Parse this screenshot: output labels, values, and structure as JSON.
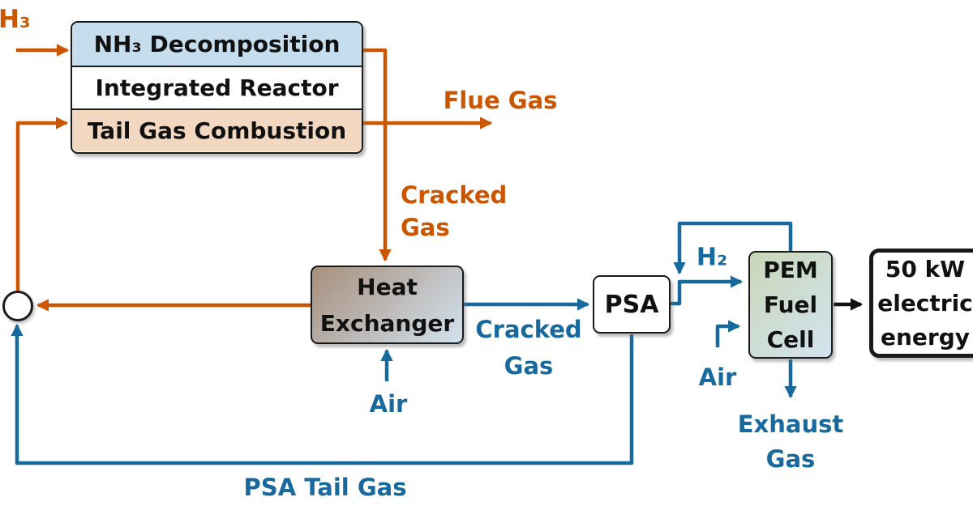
{
  "colors": {
    "orange": "#cc5500",
    "blue": "#17699e",
    "black": "#111111",
    "reactor_top_fill": "#c5dded",
    "reactor_bottom_fill": "#f2d8c0",
    "heat_exchanger_gradient": [
      "#a68f7c",
      "#d2e2ef"
    ],
    "pem_gradient": [
      "#cad7b8",
      "#d2e3ef"
    ]
  },
  "blocks": {
    "reactor_stack": {
      "sections": [
        {
          "label": "NH₃ Decomposition"
        },
        {
          "label": "Integrated Reactor"
        },
        {
          "label": "Tail Gas Combustion"
        }
      ]
    },
    "heat_exchanger": {
      "lines": [
        "Heat",
        "Exchanger"
      ]
    },
    "psa": {
      "label": "PSA"
    },
    "pem_fuel_cell": {
      "lines": [
        "PEM",
        "Fuel",
        "Cell"
      ]
    },
    "electric_output": {
      "lines": [
        "50 kW",
        "electric",
        "energy"
      ]
    }
  },
  "stream_labels": {
    "nh3_feed": "H₃",
    "flue_gas": "Flue Gas",
    "cracked_gas_hot": {
      "lines": [
        "Cracked",
        "Gas"
      ]
    },
    "cracked_gas_cold": {
      "lines": [
        "Cracked",
        "Gas"
      ]
    },
    "air_to_heat_exchanger": "Air",
    "hydrogen": "H₂",
    "air_to_fuel_cell": "Air",
    "exhaust_gas": {
      "lines": [
        "Exhaust",
        "Gas"
      ]
    },
    "psa_tail_gas": "PSA Tail Gas"
  }
}
